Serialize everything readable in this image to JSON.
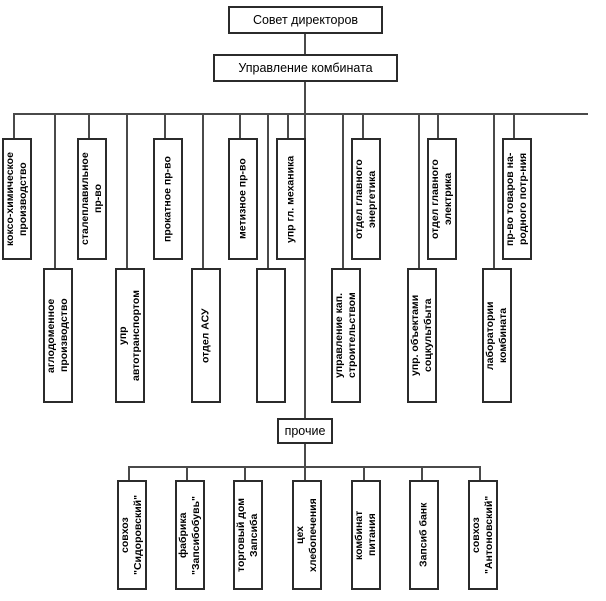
{
  "diagram": {
    "title_top": "Совет директоров",
    "title_second": "Управление комбината",
    "other_label": "прочие",
    "colors": {
      "box_border": "#2b2b2b",
      "line": "#4a4a4a",
      "background": "#ffffff",
      "text": "#000000"
    },
    "row1": [
      {
        "label": "коксо-химическое\nпроизводство"
      },
      {
        "label": "сталеплавильное\nпр-во"
      },
      {
        "label": "прокатное пр-во"
      },
      {
        "label": "метизное пр-во"
      },
      {
        "label": "упр гл. механика"
      },
      {
        "label": "отдел главного\nэнергетика"
      },
      {
        "label": "отдел главного\nэлектрика"
      },
      {
        "label": "пр-во товаров на-\nродного потр-ния"
      }
    ],
    "row2": [
      {
        "label": "аглодоменное\nпроизводство"
      },
      {
        "label": "упр\nавтотранспортом"
      },
      {
        "label": "отдел АСУ"
      },
      {
        "label": ""
      },
      {
        "label": "управление кап.\nстроительством"
      },
      {
        "label": "упр. объектами\nсоцкультбыта"
      },
      {
        "label": "лаборатории\nкомбината"
      }
    ],
    "row3": [
      {
        "label": "совхоз\n\"Сидоровский\""
      },
      {
        "label": "фабрика\n\"Запсибобувь\""
      },
      {
        "label": "торговый дом\nЗапсиба"
      },
      {
        "label": "цех\nхлебопечения"
      },
      {
        "label": "комбинат\nпитания"
      },
      {
        "label": "Запсиб банк"
      },
      {
        "label": "совхоз\n\"Антоновский\""
      }
    ]
  }
}
